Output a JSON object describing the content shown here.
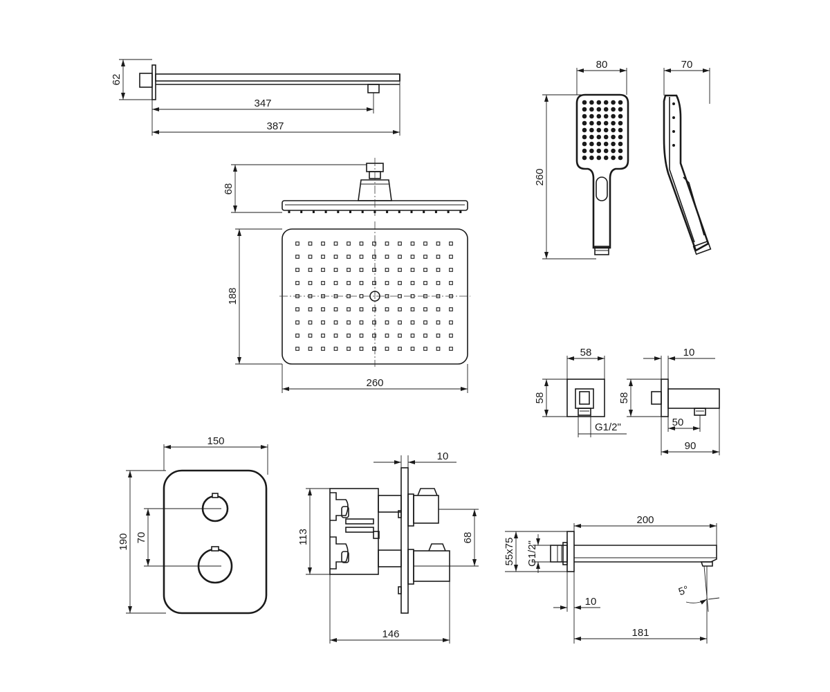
{
  "colors": {
    "line": "#1a1a1a",
    "background": "#ffffff"
  },
  "views": {
    "shower_arm": {
      "height": "62",
      "reach": "347",
      "length": "387"
    },
    "head_shower_side": {
      "height": "68"
    },
    "head_shower_top": {
      "depth": "188",
      "width": "260"
    },
    "hand_shower_front": {
      "width": "80",
      "length": "260"
    },
    "hand_shower_side": {
      "depth": "70"
    },
    "wall_outlet_front": {
      "width": "58",
      "height": "58",
      "thread": "G1/2\""
    },
    "wall_outlet_side": {
      "plate": "10",
      "height": "58",
      "reach": "50",
      "depth": "90"
    },
    "thermostat_front": {
      "width": "150",
      "height": "190",
      "spacing": "70"
    },
    "thermostat_side": {
      "plate": "10",
      "body": "113",
      "spacing": "68",
      "depth": "146"
    },
    "spout": {
      "length": "200",
      "plate": "55x75",
      "thread": "G1/2\"",
      "wall": "10",
      "reach": "181",
      "angle": "5°"
    }
  }
}
